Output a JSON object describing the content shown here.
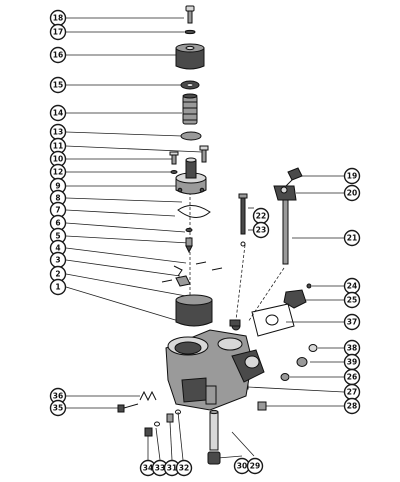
{
  "callouts": {
    "c18": "18",
    "c17": "17",
    "c16": "16",
    "c15": "15",
    "c14": "14",
    "c13": "13",
    "c11": "11",
    "c10": "10",
    "c12": "12",
    "c9": "9",
    "c8": "8",
    "c7": "7",
    "c6": "6",
    "c5": "5",
    "c4": "4",
    "c3": "3",
    "c2": "2",
    "c1": "1",
    "c19": "19",
    "c20": "20",
    "c22": "22",
    "c23": "23",
    "c21": "21",
    "c24": "24",
    "c25": "25",
    "c37": "37",
    "c38": "38",
    "c39": "39",
    "c26": "26",
    "c27": "27",
    "c28": "28",
    "c36": "36",
    "c35": "35",
    "c34": "34",
    "c33": "33",
    "c31": "31",
    "c32": "32",
    "c30": "30",
    "c29": "29"
  }
}
